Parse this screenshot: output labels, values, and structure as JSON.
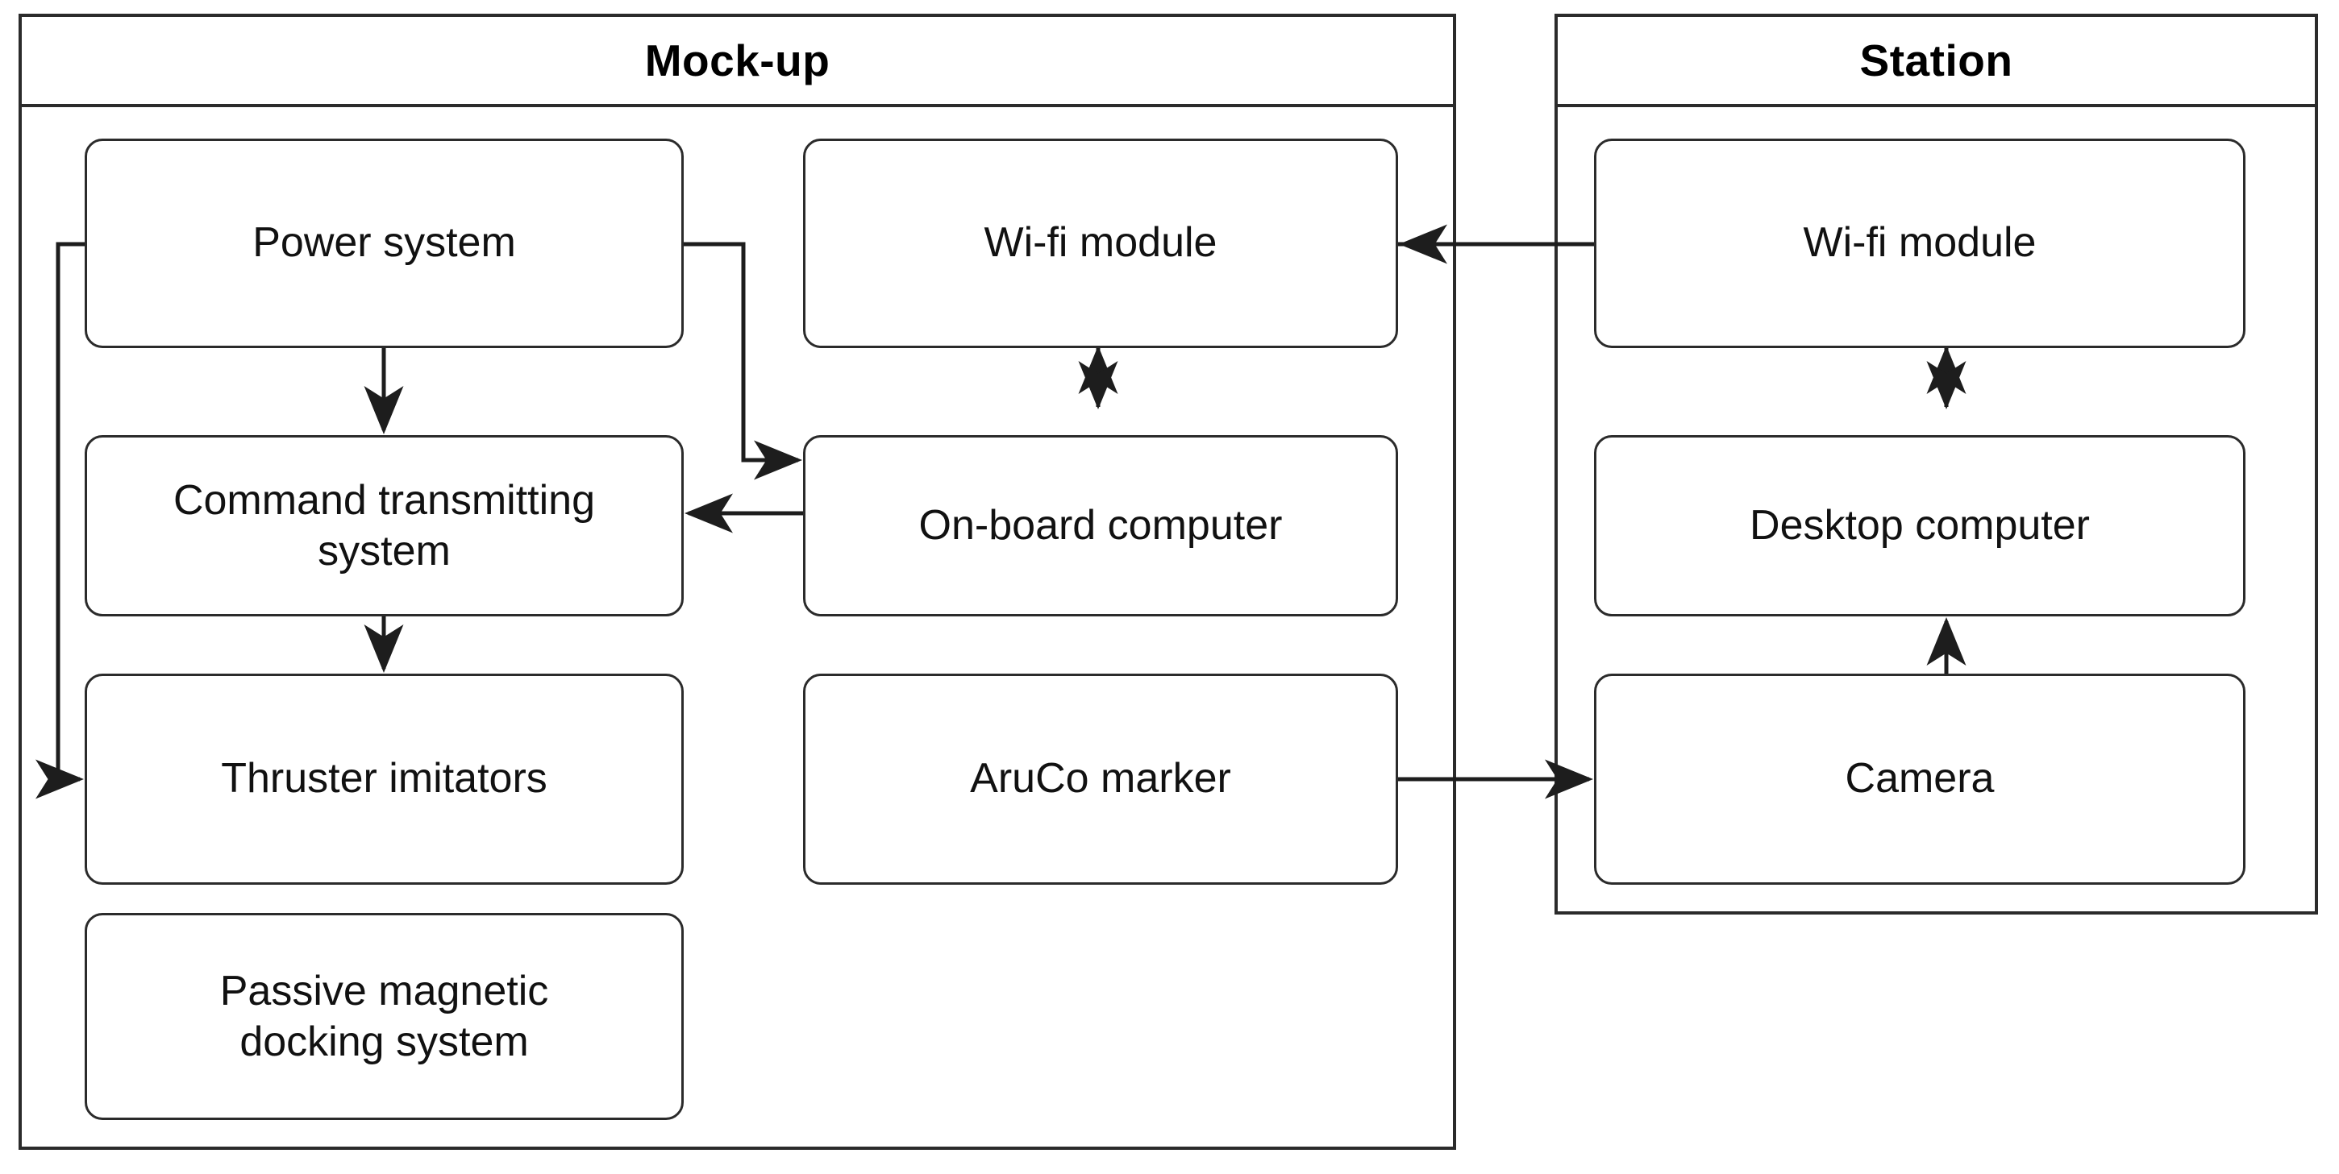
{
  "diagram": {
    "title_mockup": "Mock-up",
    "title_station": "Station",
    "panels": [
      {
        "id": "mockup",
        "label": "Mock-up"
      },
      {
        "id": "station",
        "label": "Station"
      }
    ],
    "nodes": {
      "power_system": "Power system",
      "command_transmitting_system": "Command transmitting system",
      "thruster_imitators": "Thruster imitators",
      "passive_magnetic_docking_system": "Passive magnetic docking system",
      "wifi_module_mockup": "Wi-fi module",
      "onboard_computer": "On-board computer",
      "aruco_marker": "AruCo marker",
      "wifi_module_station": "Wi-fi module",
      "desktop_computer": "Desktop computer",
      "camera": "Camera"
    },
    "node_lines": {
      "command_transmitting_system": [
        "Command transmitting",
        "system"
      ],
      "passive_magnetic_docking_system": [
        "Passive magnetic",
        "docking system"
      ]
    },
    "edges": [
      {
        "from": "power_system",
        "to": "command_transmitting_system",
        "type": "arrow-down"
      },
      {
        "from": "power_system",
        "to": "thruster_imitators",
        "type": "arrow-elbow-left"
      },
      {
        "from": "power_system",
        "to": "onboard_computer",
        "type": "arrow-elbow-right"
      },
      {
        "from": "command_transmitting_system",
        "to": "thruster_imitators",
        "type": "arrow-down"
      },
      {
        "from": "onboard_computer",
        "to": "command_transmitting_system",
        "type": "arrow-left"
      },
      {
        "from": "wifi_module_mockup",
        "to": "onboard_computer",
        "type": "arrow-bidirectional-vertical"
      },
      {
        "from": "wifi_module_mockup",
        "to": "wifi_module_station",
        "type": "arrow-bidirectional-horizontal"
      },
      {
        "from": "aruco_marker",
        "to": "camera",
        "type": "arrow-right"
      },
      {
        "from": "wifi_module_station",
        "to": "desktop_computer",
        "type": "arrow-bidirectional-vertical"
      },
      {
        "from": "camera",
        "to": "desktop_computer",
        "type": "arrow-up"
      }
    ],
    "colors": {
      "stroke": "#2b2b2b",
      "text": "#111111",
      "background": "#ffffff"
    }
  }
}
